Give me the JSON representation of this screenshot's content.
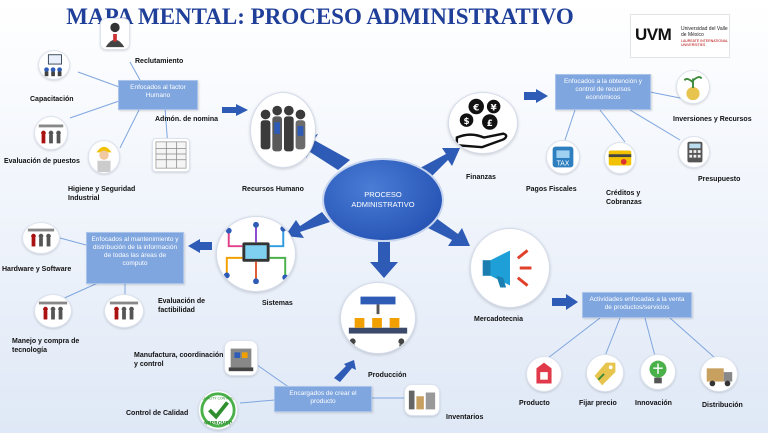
{
  "title": "MAPA MENTAL: PROCESO ADMINISTRATIVO",
  "logo": {
    "mark": "UVM",
    "text": "Universidad del Valle de México",
    "subtext": "LAUREATE INTERNATIONAL UNIVERSITIES"
  },
  "center": {
    "label": "PROCESO ADMINISTRATIVO"
  },
  "branches": {
    "recursos_humanos": {
      "label": "Recursos Humano",
      "box": "Enfocados al factor Humano",
      "items": [
        "Reclutamiento",
        "Capacitación",
        "Admón. de nomina",
        "Evaluación de puestos",
        "Higiene y Seguridad Industrial"
      ]
    },
    "finanzas": {
      "label": "Finanzas",
      "box": "Enfocados a la obtención y control de recursos económicos",
      "items": [
        "Inversiones y Recursos",
        "Pagos Fiscales",
        "Créditos y Cobranzas",
        "Presupuesto"
      ]
    },
    "sistemas": {
      "label": "Sistemas",
      "box": "Enfocados al mantenimiento y distribución de la información de todas las áreas de computo",
      "items": [
        "Hardware y Software",
        "Evaluación de factibilidad",
        "Manejo y compra de tecnología"
      ]
    },
    "produccion": {
      "label": "Producción",
      "box": "Encargados de crear el producto",
      "items": [
        "Manufactura, coordinación y control",
        "Control de Calidad",
        "Inventarios"
      ]
    },
    "mercadotecnia": {
      "label": "Mercadotecnia",
      "box": "Actividades enfocadas a la venta de productos/servicios",
      "items": [
        "Producto",
        "Fijar precio",
        "Innovación",
        "Distribución"
      ]
    }
  },
  "badge_text": "QUALITY CONTROL",
  "badge_word": "APPROVED",
  "colors": {
    "title": "#1f3f99",
    "arrow": "#2d5bb5",
    "box": "#7fa6df",
    "center": "#2a58b8"
  }
}
